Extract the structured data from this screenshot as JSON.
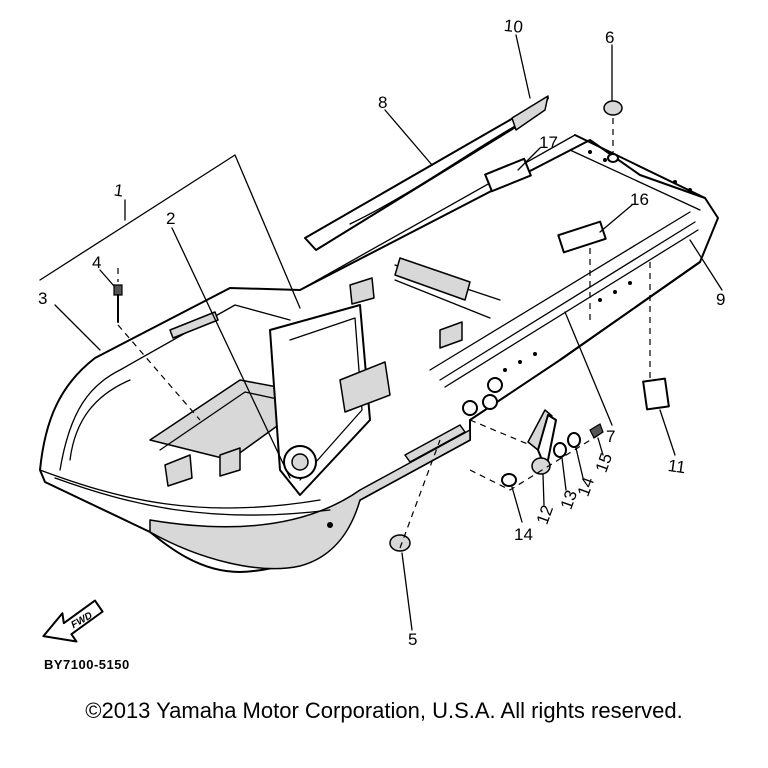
{
  "callouts": [
    "1",
    "2",
    "3",
    "4",
    "5",
    "6",
    "7",
    "8",
    "9",
    "10",
    "11",
    "12",
    "13",
    "14",
    "14",
    "15",
    "16",
    "17"
  ],
  "diagram_code": "BY7100-5150",
  "fwd_label": "FWD",
  "copyright": "©2013 Yamaha Motor Corporation, U.S.A. All rights reserved."
}
